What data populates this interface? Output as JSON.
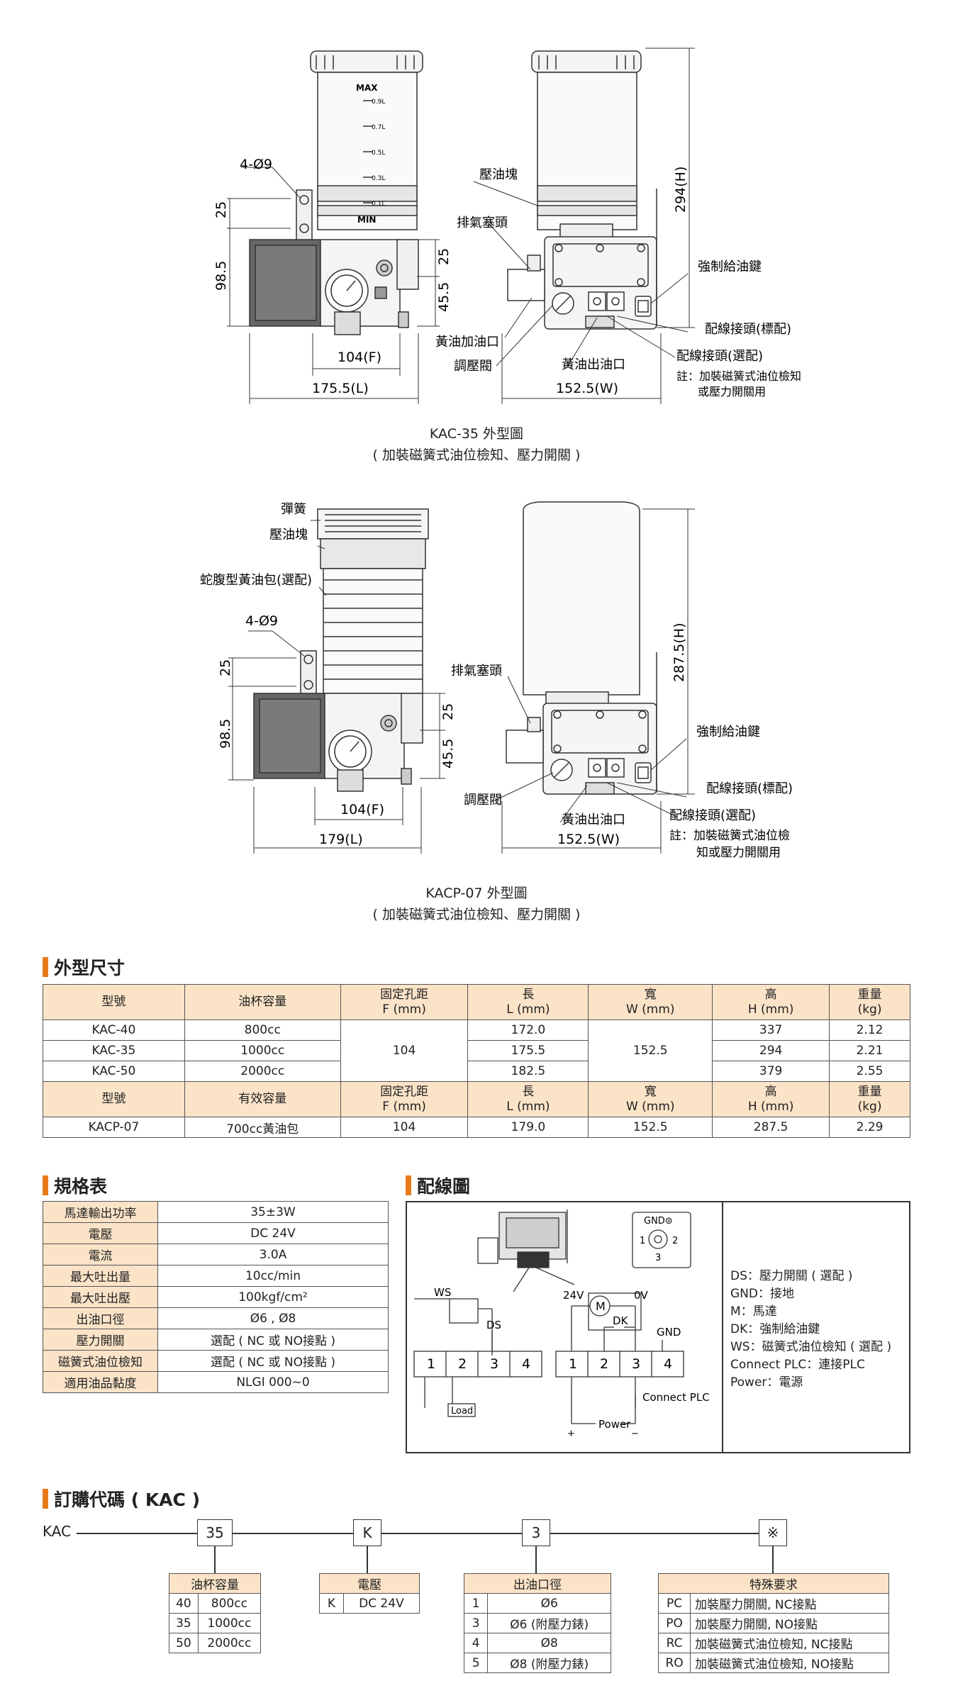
{
  "drawing1": {
    "labels": {
      "mount_holes": "4-Ø9",
      "dim_25a": "25",
      "dim_98_5": "98.5",
      "dim_25b": "25",
      "dim_45_5": "45.5",
      "dim_104f": "104(F)",
      "dim_175_5l": "175.5(L)",
      "max": "MAX",
      "min": "MIN",
      "l09": "0.9L",
      "l07": "0.7L",
      "l05": "0.5L",
      "l03": "0.3L",
      "l01": "0.1L",
      "press_block": "壓油塊",
      "vent_plug": "排氣塞頭",
      "grease_inlet": "黃油加油口",
      "pressure_valve": "調壓閥",
      "grease_outlet": "黃油出油口",
      "dim_294h": "294(H)",
      "force_key": "強制給油鍵",
      "wiring_std": "配線接頭(標配)",
      "wiring_opt": "配線接頭(選配)",
      "dim_152_5w": "152.5(W)",
      "note1": "註：加裝磁簧式油位檢知",
      "note2": "或壓力開關用"
    },
    "caption1": "KAC-35 外型圖",
    "caption2": "( 加裝磁簧式油位檢知、壓力開關 )"
  },
  "drawing2": {
    "labels": {
      "spring": "彈簧",
      "press_block": "壓油塊",
      "bellows": "蛇腹型黃油包(選配)",
      "mount_holes": "4-Ø9",
      "dim_25a": "25",
      "dim_98_5": "98.5",
      "dim_25b": "25",
      "dim_45_5": "45.5",
      "dim_104f": "104(F)",
      "dim_179l": "179(L)",
      "vent_plug": "排氣塞頭",
      "pressure_valve": "調壓閥",
      "grease_outlet": "黃油出油口",
      "dim_287_5h": "287.5(H)",
      "force_key": "強制給油鍵",
      "wiring_std": "配線接頭(標配)",
      "wiring_opt": "配線接頭(選配)",
      "dim_152_5w": "152.5(W)",
      "note1": "註：加裝磁簧式油位檢",
      "note2": "知或壓力開關用"
    },
    "caption1": "KACP-07 外型圖",
    "caption2": "( 加裝磁簧式油位檢知、壓力開關 )"
  },
  "dims_section": {
    "title": "外型尺寸",
    "headers1": [
      "型號",
      "油杯容量",
      "固定孔距\nF (mm)",
      "長\nL (mm)",
      "寬\nW (mm)",
      "高\nH (mm)",
      "重量\n(kg)"
    ],
    "rows1": [
      [
        "KAC-40",
        "800cc",
        "172.0",
        "337",
        "2.12"
      ],
      [
        "KAC-35",
        "1000cc",
        "175.5",
        "294",
        "2.21"
      ],
      [
        "KAC-50",
        "2000cc",
        "182.5",
        "379",
        "2.55"
      ]
    ],
    "shared_f": "104",
    "shared_w": "152.5",
    "headers2": [
      "型號",
      "有效容量",
      "固定孔距\nF (mm)",
      "長\nL (mm)",
      "寬\nW (mm)",
      "高\nH (mm)",
      "重量\n(kg)"
    ],
    "rows2": [
      [
        "KACP-07",
        "700cc黃油包",
        "104",
        "179.0",
        "152.5",
        "287.5",
        "2.29"
      ]
    ]
  },
  "spec_section": {
    "title": "規格表",
    "rows": [
      [
        "馬達輸出功率",
        "35±3W"
      ],
      [
        "電壓",
        "DC 24V"
      ],
      [
        "電流",
        "3.0A"
      ],
      [
        "最大吐出量",
        "10cc/min"
      ],
      [
        "最大吐出壓",
        "100kgf/cm²"
      ],
      [
        "出油口徑",
        "Ø6 , Ø8"
      ],
      [
        "壓力開關",
        "選配 ( NC 或 NO接點 )"
      ],
      [
        "磁簧式油位檢知",
        "選配 ( NC 或 NO接點 )"
      ],
      [
        "適用油品黏度",
        "NLGI 000~0"
      ]
    ]
  },
  "wiring_section": {
    "title": "配線圖",
    "labels": {
      "gnd_top": "GND⊜",
      "pin1": "1",
      "pin2": "2",
      "pin3": "3",
      "ws": "WS",
      "ds": "DS",
      "v24": "24V",
      "motor": "M",
      "v0": "0V",
      "dk": "DK",
      "gnd": "GND",
      "load": "Load",
      "connect_plc": "Connect PLC",
      "power": "Power",
      "plus": "+",
      "minus": "−"
    },
    "terminals_left": [
      "1",
      "2",
      "3",
      "4"
    ],
    "terminals_right": [
      "1",
      "2",
      "3",
      "4"
    ],
    "legend": [
      "DS：壓力開關 ( 選配 )",
      "GND：接地",
      "M：馬達",
      "DK：強制給油鍵",
      "WS：磁簧式油位檢知 ( 選配 )",
      "Connect PLC：連接PLC",
      "Power：電源"
    ]
  },
  "order_section": {
    "title": "訂購代碼 ( KAC )",
    "prefix": "KAC",
    "codes": [
      "35",
      "K",
      "3",
      "※"
    ],
    "capacity": {
      "header": "油杯容量",
      "rows": [
        [
          "40",
          "800cc"
        ],
        [
          "35",
          "1000cc"
        ],
        [
          "50",
          "2000cc"
        ]
      ]
    },
    "voltage": {
      "header": "電壓",
      "rows": [
        [
          "K",
          "DC 24V"
        ]
      ]
    },
    "outlet": {
      "header": "出油口徑",
      "rows": [
        [
          "1",
          "Ø6"
        ],
        [
          "3",
          "Ø6 (附壓力錶)"
        ],
        [
          "4",
          "Ø8"
        ],
        [
          "5",
          "Ø8 (附壓力錶)"
        ]
      ]
    },
    "special": {
      "header": "特殊要求",
      "rows": [
        [
          "PC",
          "加裝壓力開關, NC接點"
        ],
        [
          "PO",
          "加裝壓力開關, NO接點"
        ],
        [
          "RC",
          "加裝磁簧式油位檢知, NC接點"
        ],
        [
          "RO",
          "加裝磁簧式油位檢知, NO接點"
        ]
      ]
    }
  }
}
